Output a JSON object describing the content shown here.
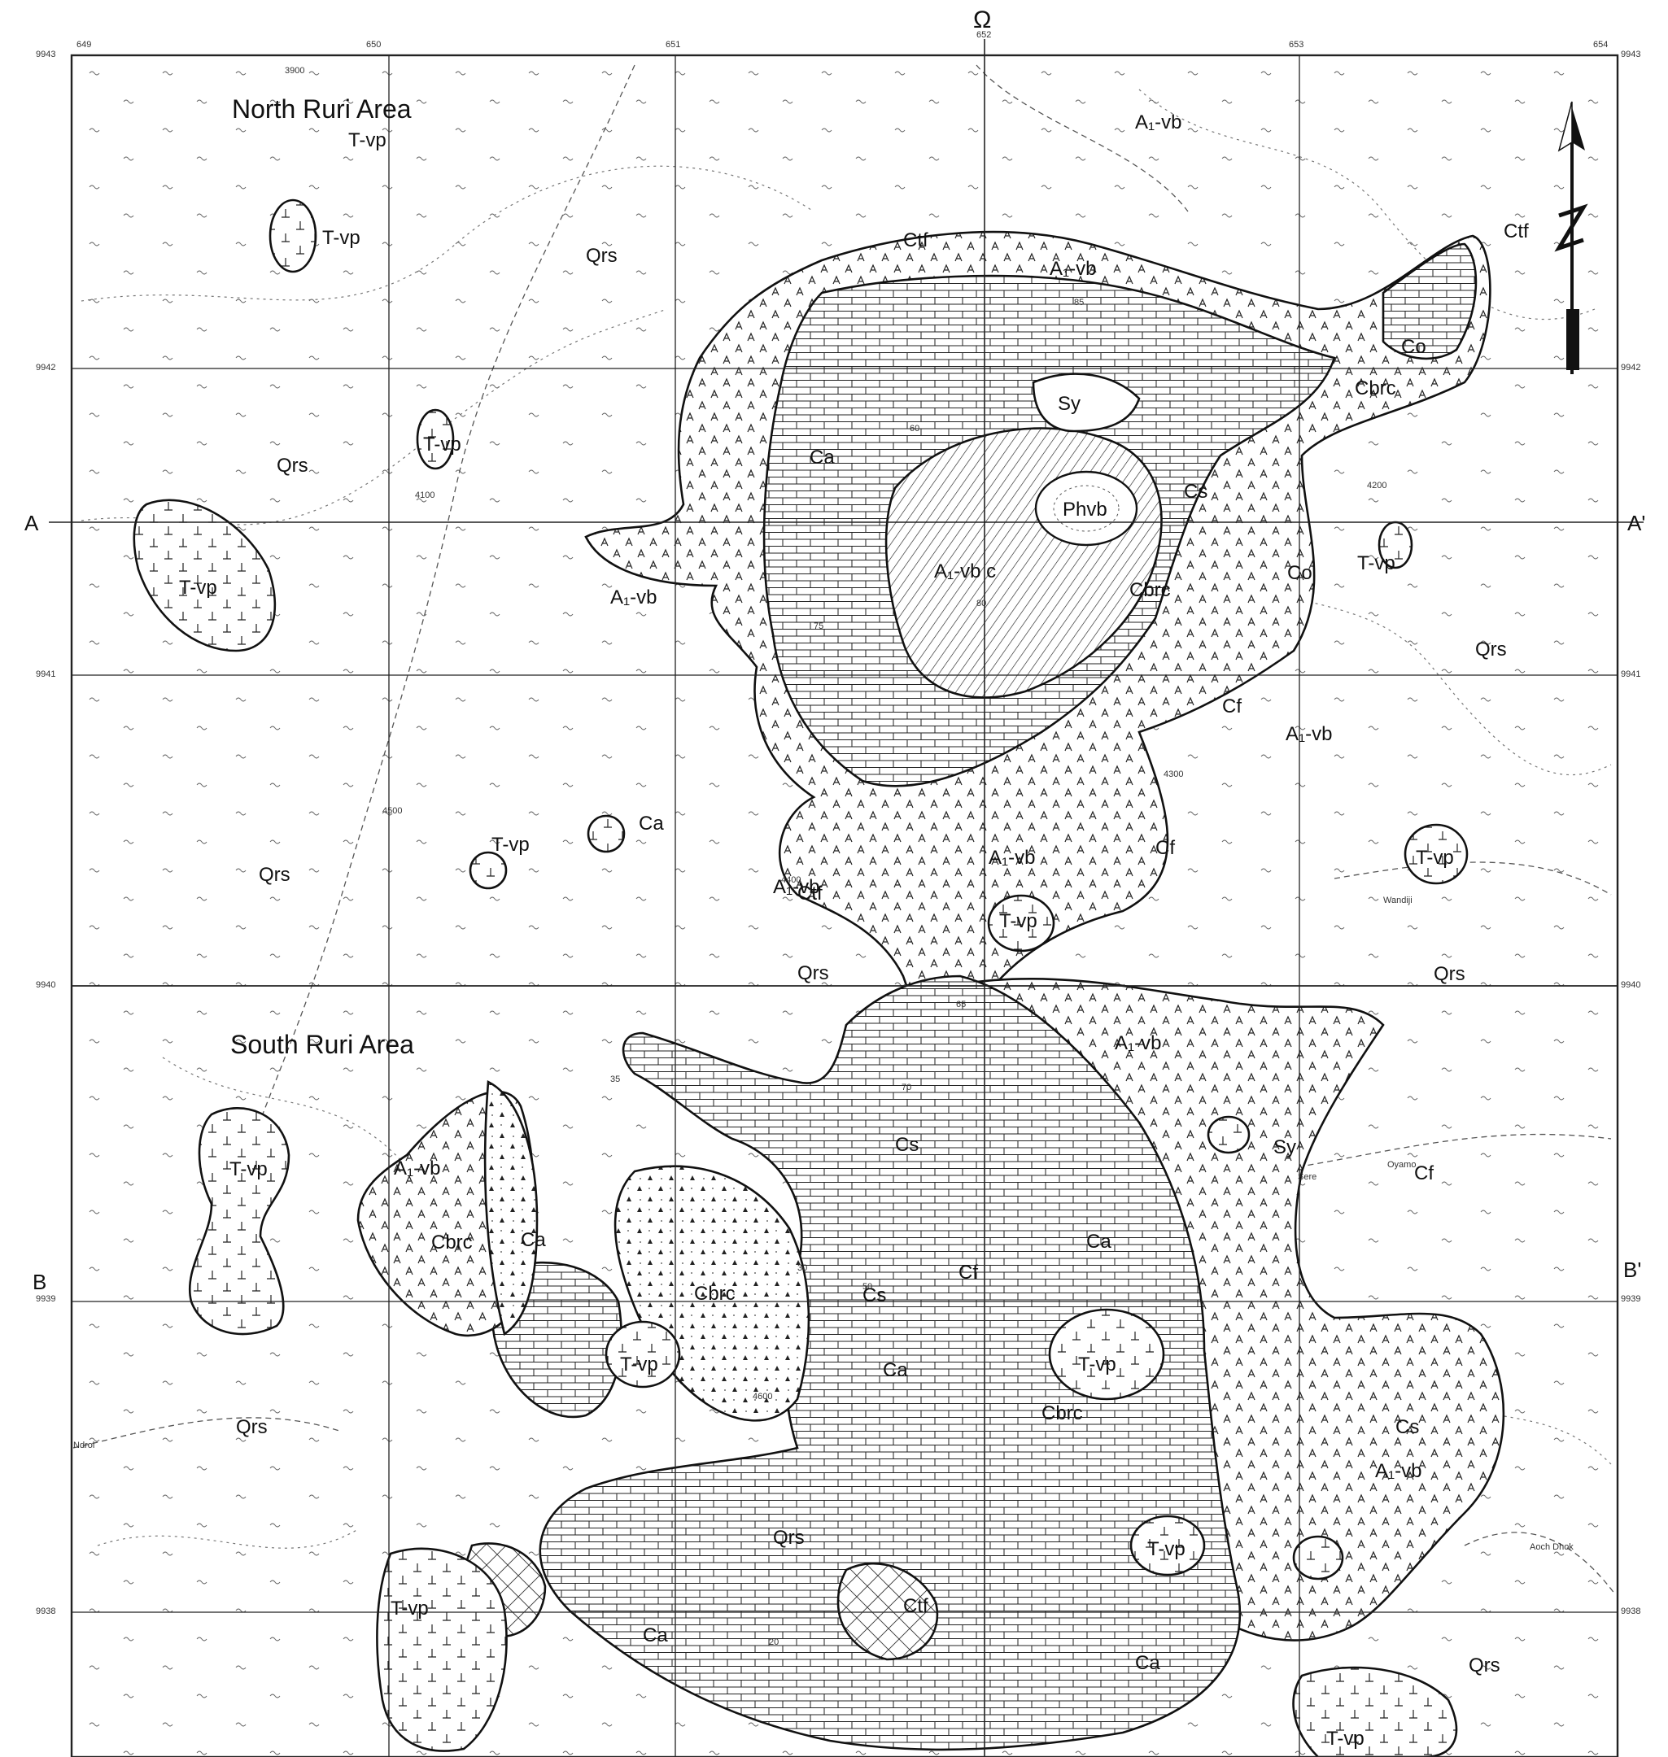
{
  "map": {
    "north_marker": "Ω",
    "north_marker_sub": "652",
    "areas": [
      "North Ruri Area",
      "South Ruri Area"
    ],
    "section_endpoints": {
      "a": "A",
      "a_prime": "A'",
      "b": "B",
      "b_prime": "B'"
    },
    "grid_top": [
      "649",
      "650",
      "651",
      "652",
      "653",
      "654"
    ],
    "grid_left": [
      "9943",
      "9942",
      "9941",
      "9940",
      "9939",
      "9938"
    ],
    "grid_right": [
      "9943",
      "9942",
      "9941",
      "9940",
      "9939",
      "9938"
    ],
    "contours": [
      "3900",
      "4100",
      "4200",
      "4300",
      "4400",
      "4500",
      "4600"
    ],
    "rivers": [
      "Wandiji",
      "Sere",
      "Oyamo",
      "Ndrol",
      "Aoch Dhok"
    ],
    "dips": [
      "35",
      "60",
      "65",
      "70",
      "75",
      "80",
      "85",
      "30",
      "50",
      "20"
    ],
    "units": {
      "Qrs": "Qrs",
      "Tvp": "T-vp",
      "Aivb": "A₁-vb",
      "Aivbc": "A₁-vb c",
      "Ca": "Ca",
      "Cs": "Cs",
      "Cf": "Cf",
      "Ctf": "Ctf",
      "Cbrc": "Cbrc",
      "Sy": "Sy",
      "Phvb": "Phvb",
      "Co": "Co"
    },
    "colors": {
      "ink": "#111111",
      "paper": "#ffffff",
      "grid": "#222222",
      "contour": "#777777"
    }
  }
}
